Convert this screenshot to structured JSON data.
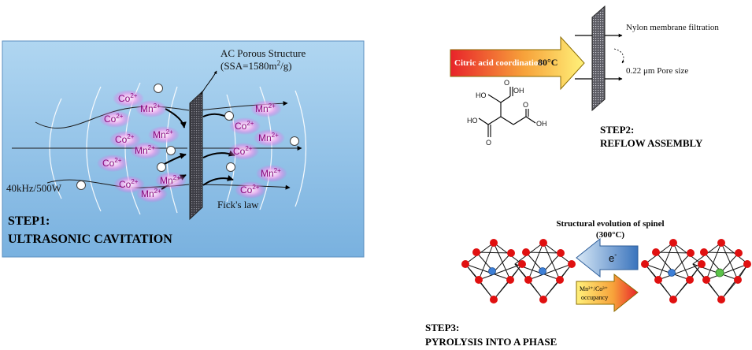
{
  "step1": {
    "title_line1": "STEP1:",
    "title_line2": "ULTRASONIC CAVITATION",
    "ac_label_line1": "AC Porous Structure",
    "ac_label_line2_prefix": "(SSA=1580m",
    "ac_label_line2_sup": "2",
    "ac_label_line2_suffix": "/g)",
    "ultrasound": "40kHz/500W",
    "ficks_law": "Fick's law",
    "ion_co": "Co",
    "ion_mn": "Mn",
    "ion_charge": "2+",
    "colors": {
      "panel_top": "#a9d1ee",
      "panel_bottom": "#7fb6e2",
      "ion_glow": "#e84fe0",
      "ion_text": "#a0108e"
    }
  },
  "step2": {
    "arrow_label": "Citric acid coordination",
    "temperature": "80°C",
    "membrane_label": "Nylon membrane filtration",
    "pore_label": "0.22 μm Pore size",
    "molecule_labels": {
      "oh_top": "OH",
      "ho_mid": "HO",
      "ho_left": "HO",
      "o_top": "O",
      "o_left": "O",
      "o_right": "O",
      "oh_right": "OH"
    },
    "title_line1": "STEP2:",
    "title_line2": "REFLOW ASSEMBLY",
    "colors": {
      "arrow_start": "#e8232a",
      "arrow_end": "#fff07a"
    }
  },
  "step3": {
    "heading_line1": "Structural evolution of spinel",
    "heading_line2": "(300°C)",
    "electron_label": "e",
    "electron_sup": "-",
    "occupancy_line1": "Mn²⁺/Co³⁺",
    "occupancy_line2": "occupancy",
    "title_line1": "STEP3:",
    "title_line2": "PYROLYSIS INTO A PHASE",
    "colors": {
      "atom": "#e01010",
      "center_blue": "#3d7fd6",
      "center_green": "#5cc24a",
      "e_arrow": "#3b78c0"
    }
  }
}
